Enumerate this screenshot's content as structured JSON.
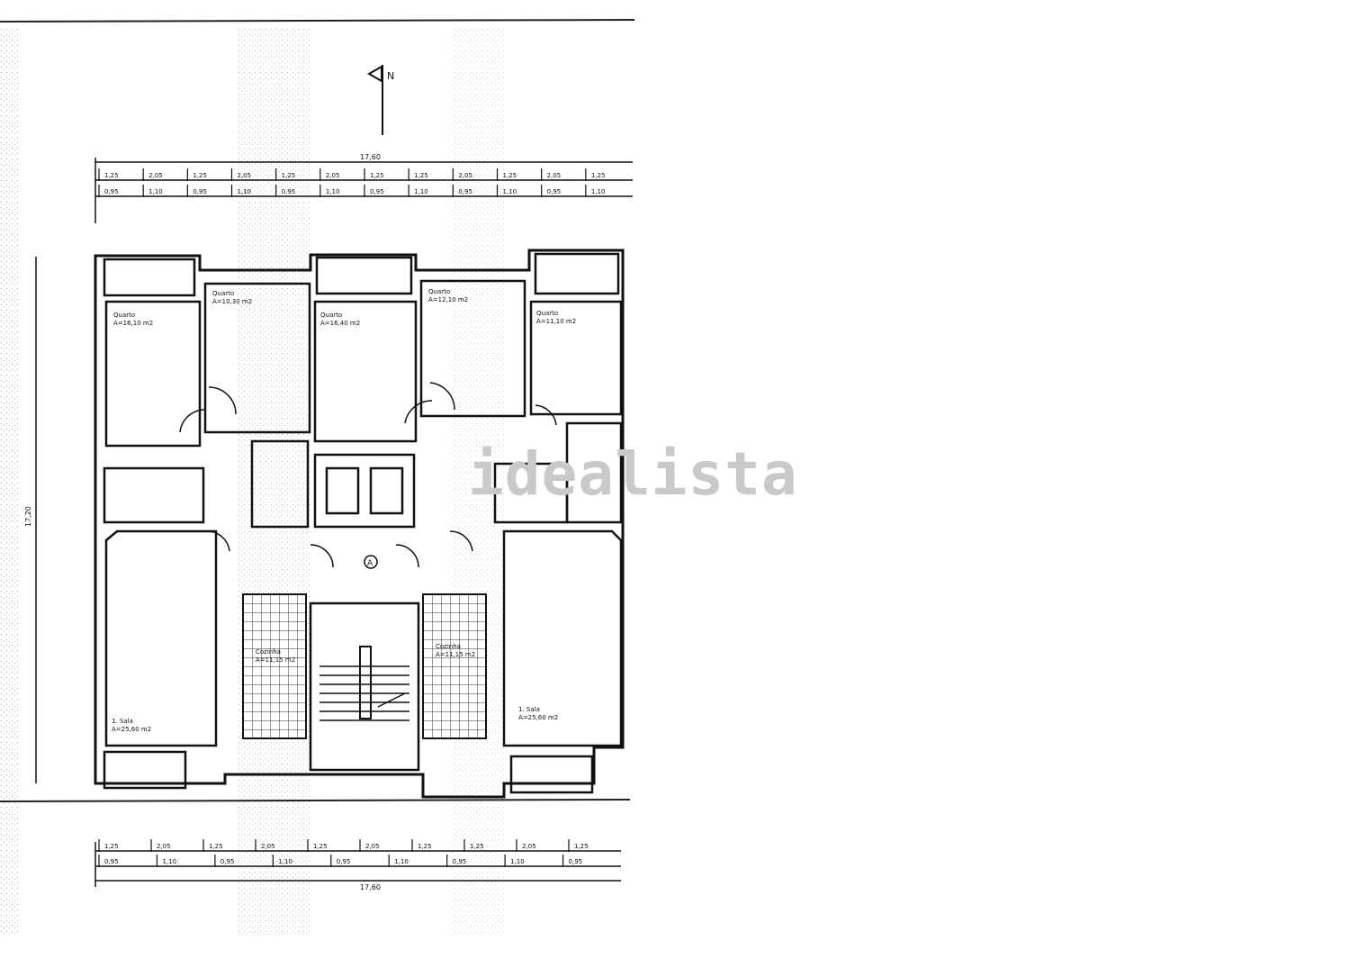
{
  "plan": {
    "north_marker": "N",
    "stair_marker": "A",
    "top_total_dim": "17,60",
    "left_total_dim": "17,20",
    "bottom_total_dim": "17,60",
    "rooms": [
      {
        "name": "Quarto",
        "area": "A=16,10 m2"
      },
      {
        "name": "Quarto",
        "area": "A=10,30 m2"
      },
      {
        "name": "Quarto",
        "area": "A=16,40 m2"
      },
      {
        "name": "Quarto",
        "area": "A=12,10 m2"
      },
      {
        "name": "Quarto",
        "area": "A=11,10 m2"
      },
      {
        "name": "Cozinha",
        "area": "A=11,15 m2"
      },
      {
        "name": "Cozinha",
        "area": "A=11,15 m2"
      },
      {
        "name": "1. Sala",
        "area": "A=25,60 m2"
      },
      {
        "name": "1. Sala",
        "area": "A=25,60 m2"
      }
    ],
    "dims_top_row1": [
      "1,25",
      "2,05",
      "1,25",
      "2,05",
      "1,25",
      "2,05",
      "1,25",
      "1,25",
      "2,05",
      "1,25",
      "2,05",
      "1,25"
    ],
    "dims_top_row2": [
      "0,95",
      "1,10",
      "0,95",
      "1,10",
      "0,95",
      "1,10",
      "0,95",
      "1,10",
      "0,95",
      "1,10",
      "0,95",
      "1,10"
    ],
    "dims_bottom_row1": [
      "1,25",
      "2,05",
      "1,25",
      "2,05",
      "1,25",
      "2,05",
      "1,25",
      "1,25",
      "2,05",
      "1,25"
    ],
    "dims_bottom_row2": [
      "0,95",
      "1,10",
      "0,95",
      "1,10",
      "0,95",
      "1,10",
      "0,95",
      "1,10",
      "0,95"
    ]
  },
  "watermark": "idealista"
}
